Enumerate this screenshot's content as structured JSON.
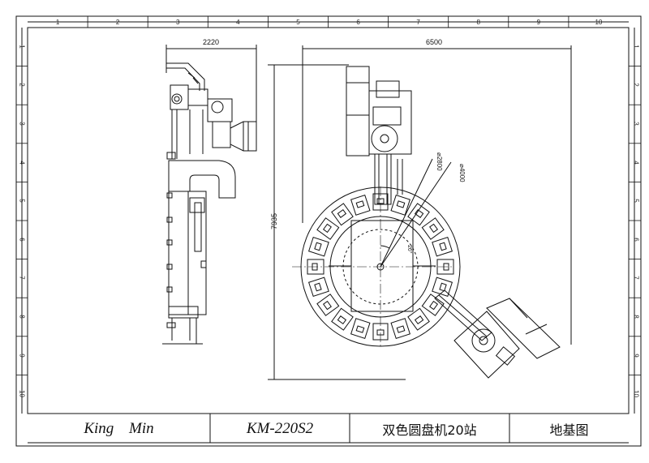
{
  "grid": {
    "col_labels": [
      "1",
      "2",
      "3",
      "4",
      "5",
      "6",
      "7",
      "8",
      "9",
      "10"
    ],
    "row_labels": [
      "1",
      "2",
      "3",
      "4",
      "5",
      "6",
      "7",
      "8",
      "9",
      "10"
    ]
  },
  "dimensions": {
    "side_width": "2220",
    "plan_width": "6500",
    "plan_height": "7935",
    "diameter_inner": "⌀2800",
    "diameter_outer": "⌀4000",
    "angle": "26°"
  },
  "title_block": {
    "company": "King  Min",
    "model": "KM-220S2",
    "machine_name": "双色圆盘机20站",
    "drawing_title": "地基图"
  },
  "colors": {
    "line": "#111111",
    "paper": "#ffffff"
  }
}
